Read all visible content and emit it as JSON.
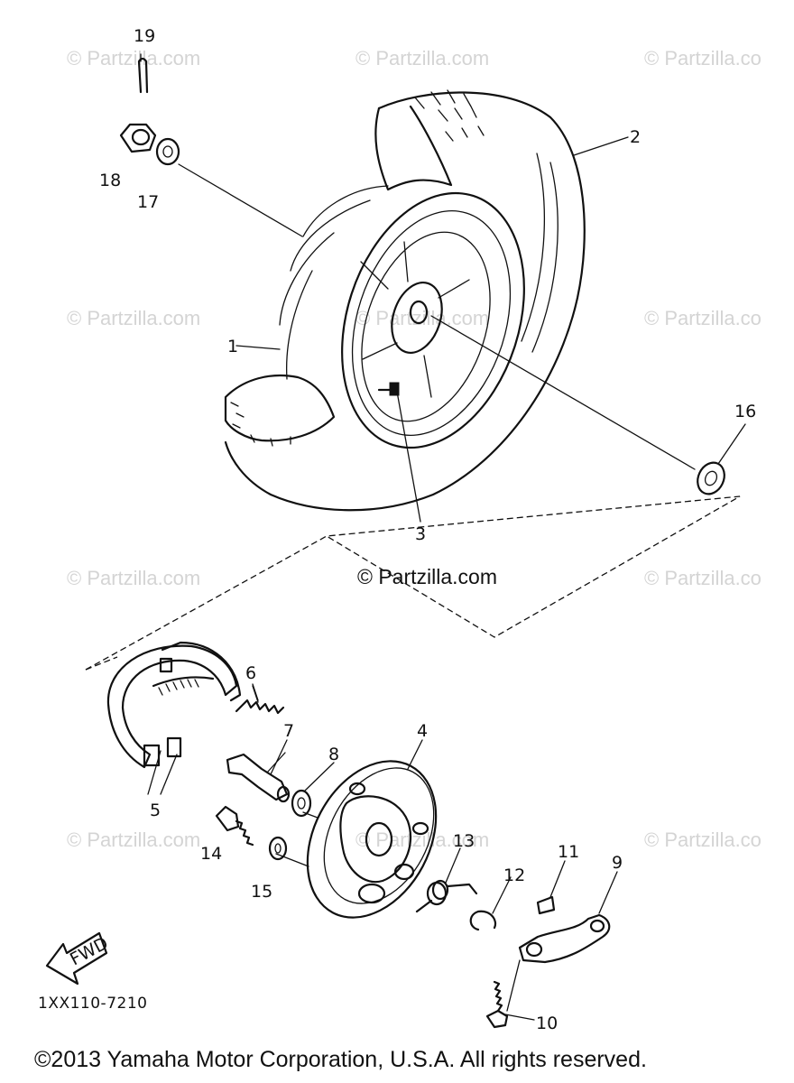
{
  "watermark": "© Partzilla.com",
  "watermark_cut": "© Partzilla.co",
  "labels": {
    "p1": "1",
    "p2": "2",
    "p3": "3",
    "p4": "4",
    "p5": "5",
    "p6": "6",
    "p7": "7",
    "p8": "8",
    "p9": "9",
    "p10": "10",
    "p11": "11",
    "p12": "12",
    "p13": "13",
    "p14": "14",
    "p15": "15",
    "p16": "16",
    "p17": "17",
    "p18": "18",
    "p19": "19"
  },
  "fwd_label": "FWD",
  "diagram_code": "1XX110-7210",
  "copyright": "©2013  Yamaha Motor Corporation, U.S.A. All rights reserved."
}
